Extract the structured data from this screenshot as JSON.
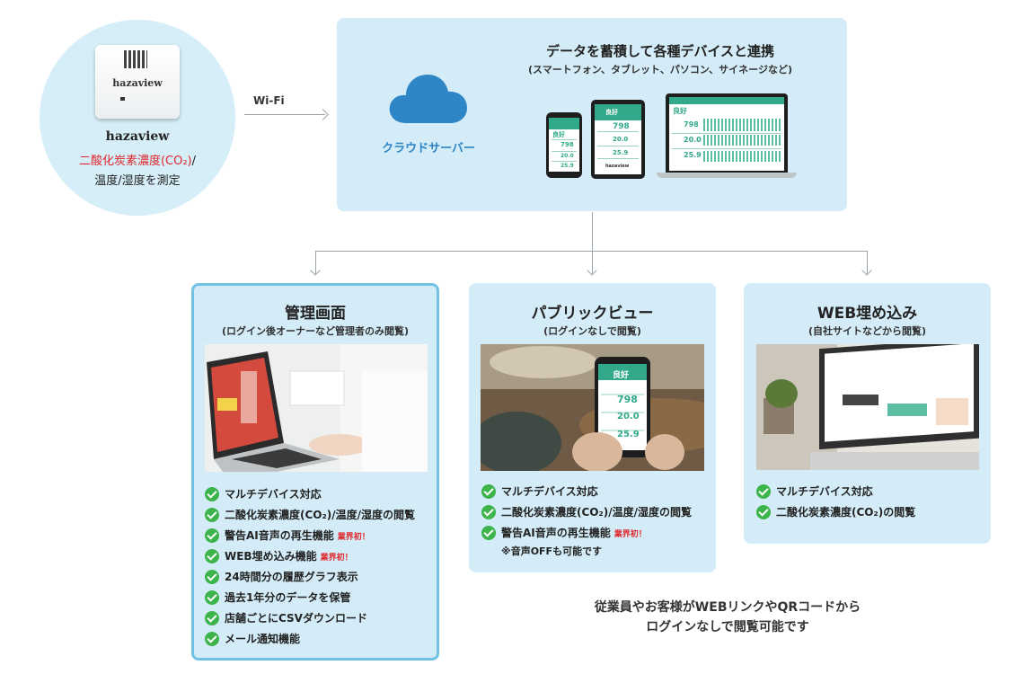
{
  "device": {
    "logo": "hazaview",
    "name": "hazaview",
    "co2_label": "二酸化炭素濃度",
    "co2_unit": "(CO₂)",
    "co2_suffix": "/",
    "measure_text": "温度/湿度を測定"
  },
  "connection": {
    "wifi_label": "Wi-Fi"
  },
  "cloud": {
    "title": "データを蓄積して各種デバイスと連携",
    "subtitle": "(スマートフォン、タブレット、パソコン、サイネージなど)",
    "label": "クラウドサーバー",
    "screen_status": "良好",
    "screen_co2": "798",
    "screen_temp": "20.0",
    "screen_hum": "25.9",
    "screen_brand": "hazaview"
  },
  "panels": [
    {
      "title": "管理画面",
      "subtitle": "(ログイン後オーナーなど管理者のみ閲覧)",
      "features": [
        {
          "text": "マルチデバイス対応",
          "badge": ""
        },
        {
          "text": "二酸化炭素濃度(CO₂)/温度/湿度の閲覧",
          "badge": ""
        },
        {
          "text": "警告AI音声の再生機能",
          "badge": "業界初！"
        },
        {
          "text": "WEB埋め込み機能",
          "badge": "業界初！"
        },
        {
          "text": "24時間分の履歴グラフ表示",
          "badge": ""
        },
        {
          "text": "過去1年分のデータを保管",
          "badge": ""
        },
        {
          "text": "店舗ごとにCSVダウンロード",
          "badge": ""
        },
        {
          "text": "メール通知機能",
          "badge": ""
        }
      ]
    },
    {
      "title": "パブリックビュー",
      "subtitle": "(ログインなしで閲覧)",
      "features": [
        {
          "text": "マルチデバイス対応",
          "badge": ""
        },
        {
          "text": "二酸化炭素濃度(CO₂)/温度/湿度の閲覧",
          "badge": ""
        },
        {
          "text": "警告AI音声の再生機能",
          "badge": "業界初！"
        }
      ],
      "note": "※音声OFFも可能です"
    },
    {
      "title": "WEB埋め込み",
      "subtitle": "(自社サイトなどから閲覧)",
      "features": [
        {
          "text": "マルチデバイス対応",
          "badge": ""
        },
        {
          "text": "二酸化炭素濃度(CO₂)の閲覧",
          "badge": ""
        }
      ]
    }
  ],
  "footer": {
    "line1": "従業員やお客様がWEBリンクやQRコードから",
    "line2": "ログインなしで閲覧可能です"
  },
  "colors": {
    "panel_bg": "#d3ecf7",
    "active_border": "#72c3e3",
    "check_green": "#3cb44b",
    "accent_red": "#e0262a",
    "cloud_blue": "#2f86c6"
  }
}
